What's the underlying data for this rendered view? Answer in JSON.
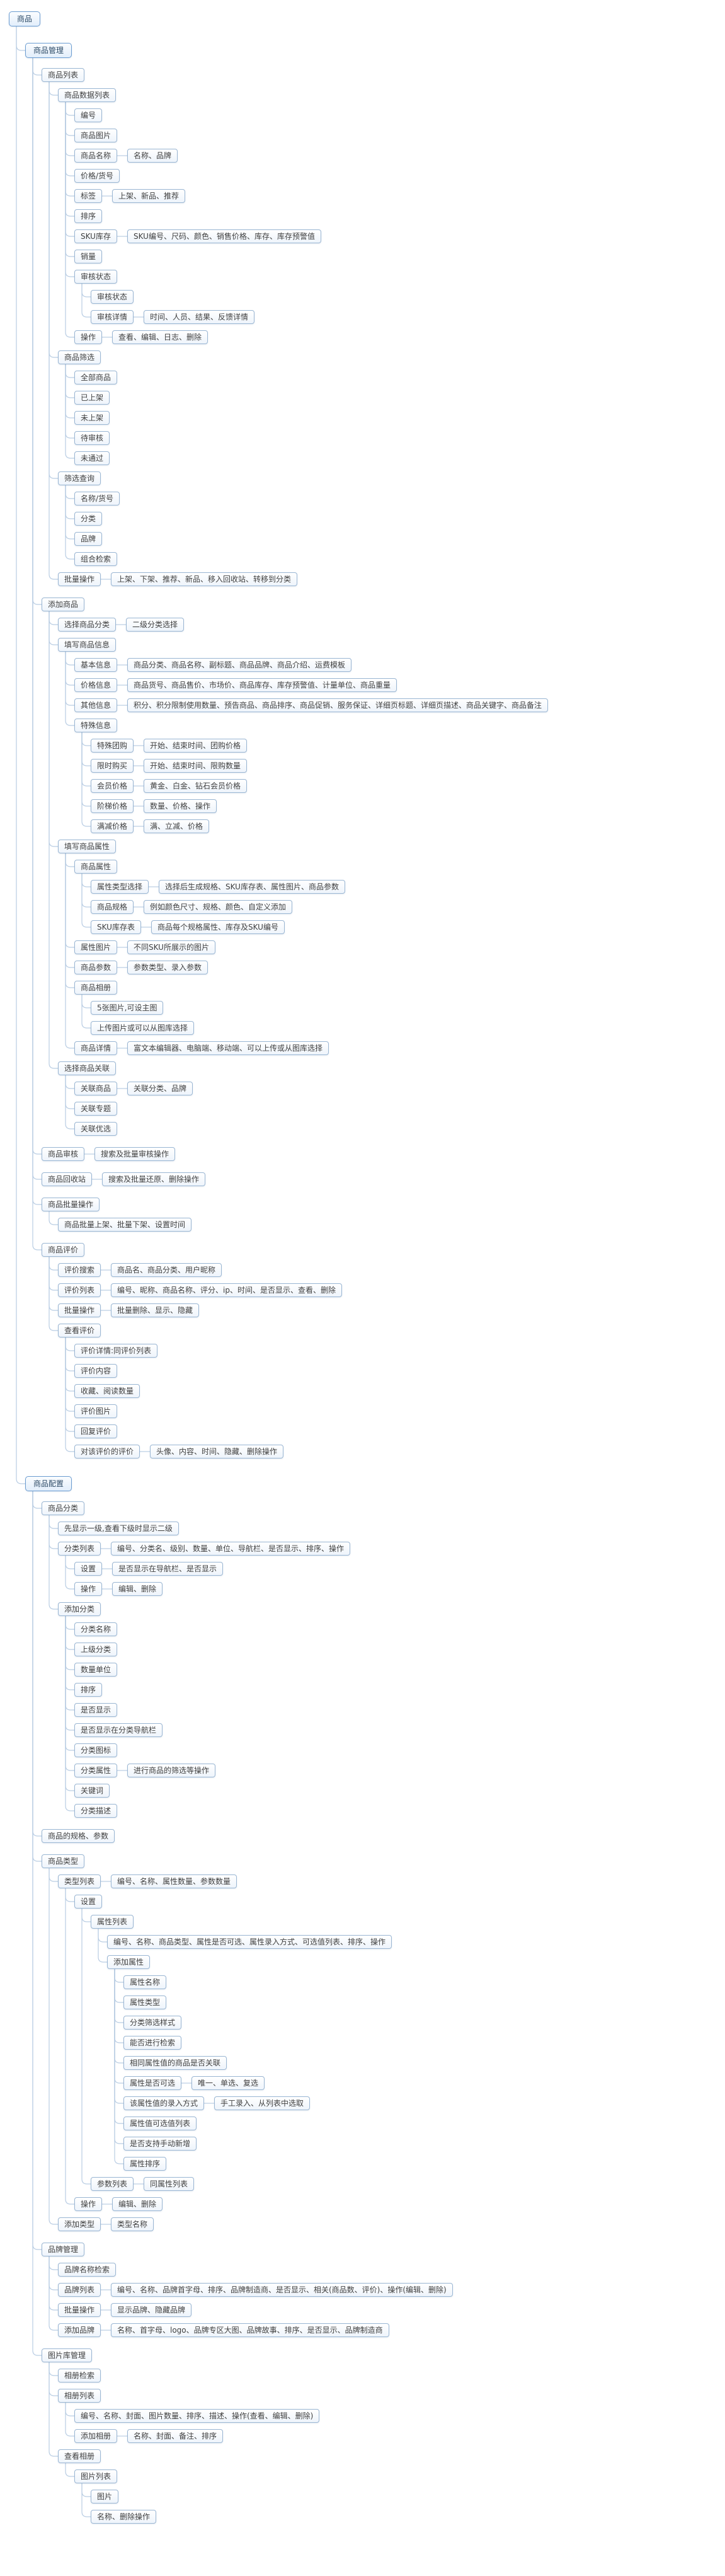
{
  "colors": {
    "background": "#ffffff",
    "node_border": "#9ab6d3",
    "section_border": "#6b9cd1",
    "connector": "#b9cde3",
    "text": "#404040"
  },
  "tree": {
    "t": "商品",
    "c": [
      {
        "t": "商品管理",
        "c": [
          {
            "t": "商品列表",
            "c": [
              {
                "t": "商品数据列表",
                "c": [
                  {
                    "t": "编号"
                  },
                  {
                    "t": "商品图片"
                  },
                  {
                    "t": "商品名称",
                    "n": "名称、品牌"
                  },
                  {
                    "t": "价格/货号"
                  },
                  {
                    "t": "标签",
                    "n": "上架、新品、推荐"
                  },
                  {
                    "t": "排序"
                  },
                  {
                    "t": "SKU库存",
                    "n": "SKU编号、尺码、颜色、销售价格、库存、库存预警值"
                  },
                  {
                    "t": "销量"
                  },
                  {
                    "t": "审核状态",
                    "c": [
                      {
                        "t": "审核状态"
                      },
                      {
                        "t": "审核详情",
                        "n": "时间、人员、结果、反馈详情"
                      }
                    ]
                  },
                  {
                    "t": "操作",
                    "n": "查看、编辑、日志、删除"
                  }
                ]
              },
              {
                "t": "商品筛选",
                "c": [
                  {
                    "t": "全部商品"
                  },
                  {
                    "t": "已上架"
                  },
                  {
                    "t": "未上架"
                  },
                  {
                    "t": "待审核"
                  },
                  {
                    "t": "未通过"
                  }
                ]
              },
              {
                "t": "筛选查询",
                "c": [
                  {
                    "t": "名称/货号"
                  },
                  {
                    "t": "分类"
                  },
                  {
                    "t": "品牌"
                  },
                  {
                    "t": "组合检索"
                  }
                ]
              },
              {
                "t": "批量操作",
                "n": "上架、下架、推荐、新品、移入回收站、转移到分类"
              }
            ]
          },
          {
            "t": "添加商品",
            "c": [
              {
                "t": "选择商品分类",
                "n": "二级分类选择"
              },
              {
                "t": "填写商品信息",
                "c": [
                  {
                    "t": "基本信息",
                    "n": "商品分类、商品名称、副标题、商品品牌、商品介绍、运费模板"
                  },
                  {
                    "t": "价格信息",
                    "n": "商品货号、商品售价、市场价、商品库存、库存预警值、计量单位、商品重量"
                  },
                  {
                    "t": "其他信息",
                    "n": "积分、积分限制使用数量、预告商品、商品排序、商品促销、服务保证、详细页标题、详细页描述、商品关键字、商品备注"
                  },
                  {
                    "t": "特殊信息",
                    "c": [
                      {
                        "t": "特殊团购",
                        "n": "开始、结束时间、团购价格"
                      },
                      {
                        "t": "限时购买",
                        "n": "开始、结束时间、限购数量"
                      },
                      {
                        "t": "会员价格",
                        "n": "黄金、白金、钻石会员价格"
                      },
                      {
                        "t": "阶梯价格",
                        "n": "数量、价格、操作"
                      },
                      {
                        "t": "满减价格",
                        "n": "满、立减、价格"
                      }
                    ]
                  }
                ]
              },
              {
                "t": "填写商品属性",
                "c": [
                  {
                    "t": "商品属性",
                    "c": [
                      {
                        "t": "属性类型选择",
                        "n": "选择后生成规格、SKU库存表、属性图片、商品参数"
                      },
                      {
                        "t": "商品规格",
                        "n": "例如颜色尺寸、规格、颜色、自定义添加"
                      },
                      {
                        "t": "SKU库存表",
                        "n": "商品每个规格属性、库存及SKU编号"
                      }
                    ]
                  },
                  {
                    "t": "属性图片",
                    "n": "不同SKU所展示的图片"
                  },
                  {
                    "t": "商品参数",
                    "n": "参数类型、录入参数"
                  },
                  {
                    "t": "商品相册",
                    "c": [
                      {
                        "t": "5张图片,可设主图"
                      },
                      {
                        "t": "上传图片或可以从图库选择"
                      }
                    ]
                  },
                  {
                    "t": "商品详情",
                    "n": "富文本编辑器、电脑端、移动端、可以上传或从图库选择"
                  }
                ]
              },
              {
                "t": "选择商品关联",
                "c": [
                  {
                    "t": "关联商品",
                    "n": "关联分类、品牌"
                  },
                  {
                    "t": "关联专题"
                  },
                  {
                    "t": "关联优选"
                  }
                ]
              }
            ]
          },
          {
            "t": "商品审核",
            "n": "搜索及批量审核操作"
          },
          {
            "t": "商品回收站",
            "n": "搜索及批量还原、删除操作"
          },
          {
            "t": "商品批量操作",
            "c": [
              {
                "t": "商品批量上架、批量下架、设置时间"
              }
            ]
          },
          {
            "t": "商品评价",
            "c": [
              {
                "t": "评价搜索",
                "n": "商品名、商品分类、用户昵称"
              },
              {
                "t": "评价列表",
                "n": "编号、昵称、商品名称、评分、ip、时间、是否显示、查看、删除"
              },
              {
                "t": "批量操作",
                "n": "批量删除、显示、隐藏"
              },
              {
                "t": "查看评价",
                "c": [
                  {
                    "t": "评价详情:同评价列表"
                  },
                  {
                    "t": "评价内容"
                  },
                  {
                    "t": "收藏、阅读数量"
                  },
                  {
                    "t": "评价图片"
                  },
                  {
                    "t": "回复评价"
                  },
                  {
                    "t": "对该评价的评价",
                    "n": "头像、内容、时间、隐藏、删除操作"
                  }
                ]
              }
            ]
          }
        ]
      },
      {
        "t": "商品配置",
        "c": [
          {
            "t": "商品分类",
            "c": [
              {
                "t": "先显示一级,查看下级时显示二级"
              },
              {
                "t": "分类列表",
                "n": "编号、分类名、级别、数量、单位、导航栏、是否显示、排序、操作",
                "c": [
                  {
                    "t": "设置",
                    "n": "是否显示在导航栏、是否显示"
                  },
                  {
                    "t": "操作",
                    "n": "编辑、删除"
                  }
                ]
              },
              {
                "t": "添加分类",
                "c": [
                  {
                    "t": "分类名称"
                  },
                  {
                    "t": "上级分类"
                  },
                  {
                    "t": "数量单位"
                  },
                  {
                    "t": "排序"
                  },
                  {
                    "t": "是否显示"
                  },
                  {
                    "t": "是否显示在分类导航栏"
                  },
                  {
                    "t": "分类图标"
                  },
                  {
                    "t": "分类属性",
                    "n": "进行商品的筛选等操作"
                  },
                  {
                    "t": "关键词"
                  },
                  {
                    "t": "分类描述"
                  }
                ]
              }
            ]
          },
          {
            "t": "商品的规格、参数"
          },
          {
            "t": "商品类型",
            "c": [
              {
                "t": "类型列表",
                "n": "编号、名称、属性数量、参数数量",
                "c": [
                  {
                    "t": "设置",
                    "c": [
                      {
                        "t": "属性列表",
                        "c": [
                          {
                            "t": "编号、名称、商品类型、属性是否可选、属性录入方式、可选值列表、排序、操作"
                          },
                          {
                            "t": "添加属性",
                            "c": [
                              {
                                "t": "属性名称"
                              },
                              {
                                "t": "属性类型"
                              },
                              {
                                "t": "分类筛选样式"
                              },
                              {
                                "t": "能否进行检索"
                              },
                              {
                                "t": "相同属性值的商品是否关联"
                              },
                              {
                                "t": "属性是否可选",
                                "n": "唯一、单选、复选"
                              },
                              {
                                "t": "该属性值的录入方式",
                                "n": "手工录入、从列表中选取"
                              },
                              {
                                "t": "属性值可选值列表"
                              },
                              {
                                "t": "是否支持手动新增"
                              },
                              {
                                "t": "属性排序"
                              }
                            ]
                          }
                        ]
                      },
                      {
                        "t": "参数列表",
                        "n": "同属性列表"
                      }
                    ]
                  },
                  {
                    "t": "操作",
                    "n": "编辑、删除"
                  }
                ]
              },
              {
                "t": "添加类型",
                "n": "类型名称"
              }
            ]
          },
          {
            "t": "品牌管理",
            "c": [
              {
                "t": "品牌名称检索"
              },
              {
                "t": "品牌列表",
                "n": "编号、名称、品牌首字母、排序、品牌制造商、是否显示、相关(商品数、评价)、操作(编辑、删除)"
              },
              {
                "t": "批量操作",
                "n": "显示品牌、隐藏品牌"
              },
              {
                "t": "添加品牌",
                "n": "名称、首字母、logo、品牌专区大图、品牌故事、排序、是否显示、品牌制造商"
              }
            ]
          },
          {
            "t": "图片库管理",
            "c": [
              {
                "t": "相册检索"
              },
              {
                "t": "相册列表",
                "c": [
                  {
                    "t": "编号、名称、封面、图片数量、排序、描述、操作(查看、编辑、删除)"
                  },
                  {
                    "t": "添加相册",
                    "n": "名称、封面、备注、排序"
                  }
                ]
              },
              {
                "t": "查看相册",
                "c": [
                  {
                    "t": "图片列表",
                    "c": [
                      {
                        "t": "图片"
                      },
                      {
                        "t": "名称、删除操作"
                      }
                    ]
                  }
                ]
              }
            ]
          }
        ]
      }
    ]
  }
}
